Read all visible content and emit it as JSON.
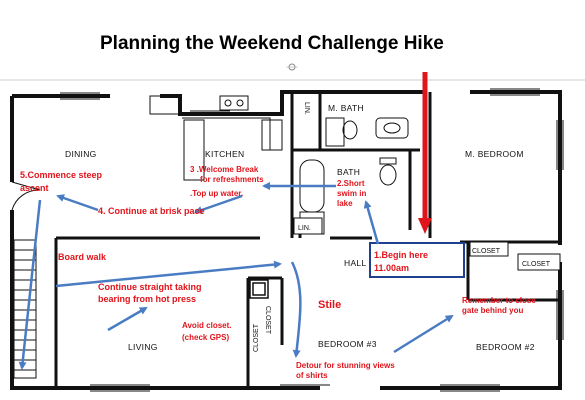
{
  "title": "Planning the Weekend Challenge  Hike",
  "rooms": {
    "dining": "DINING",
    "kitchen": "KITCHEN",
    "m_bath": "M. BATH",
    "bath": "BATH",
    "m_bedroom": "M. BEDROOM",
    "lin_top": "LIN.",
    "lin_mid": "LIN.",
    "hall": "HALL",
    "closet_1": "CLOSET",
    "closet_2": "CLOSET",
    "living": "LIVING",
    "bedroom_3": "BEDROOM #3",
    "bedroom_2": "BEDROOM #2",
    "closet_v1": "CLOSET",
    "closet_v2": "CLOSET"
  },
  "notes": {
    "begin_1": "1.Begin here",
    "begin_2": "11.00am",
    "swim_1": "2.Short",
    "swim_2": "swim in",
    "swim_3": "lake",
    "break_1": "3 .Welcome Break",
    "break_2": "for refreshments",
    "break_3": ".Top up water.",
    "brisk": "4. Continue at brisk pace",
    "steep_1": "5.Commence steep",
    "steep_2": "ascent",
    "boardwalk": "Board walk",
    "straight_1": "Continue straight taking",
    "straight_2": "bearing from hot press",
    "stile": "Stile",
    "avoid_1": "Avoid closet.",
    "avoid_2": "(check GPS)",
    "detour_1": "Detour for stunning views",
    "detour_2": "of shirts",
    "gate_1": "Remember to close",
    "gate_2": "gate behind you"
  },
  "colors": {
    "arrow_blue": "#4a7cc4",
    "arrow_red": "#e0141b",
    "note_red": "#e0141b",
    "wall": "#111111",
    "box_border": "#1f3f8f"
  }
}
